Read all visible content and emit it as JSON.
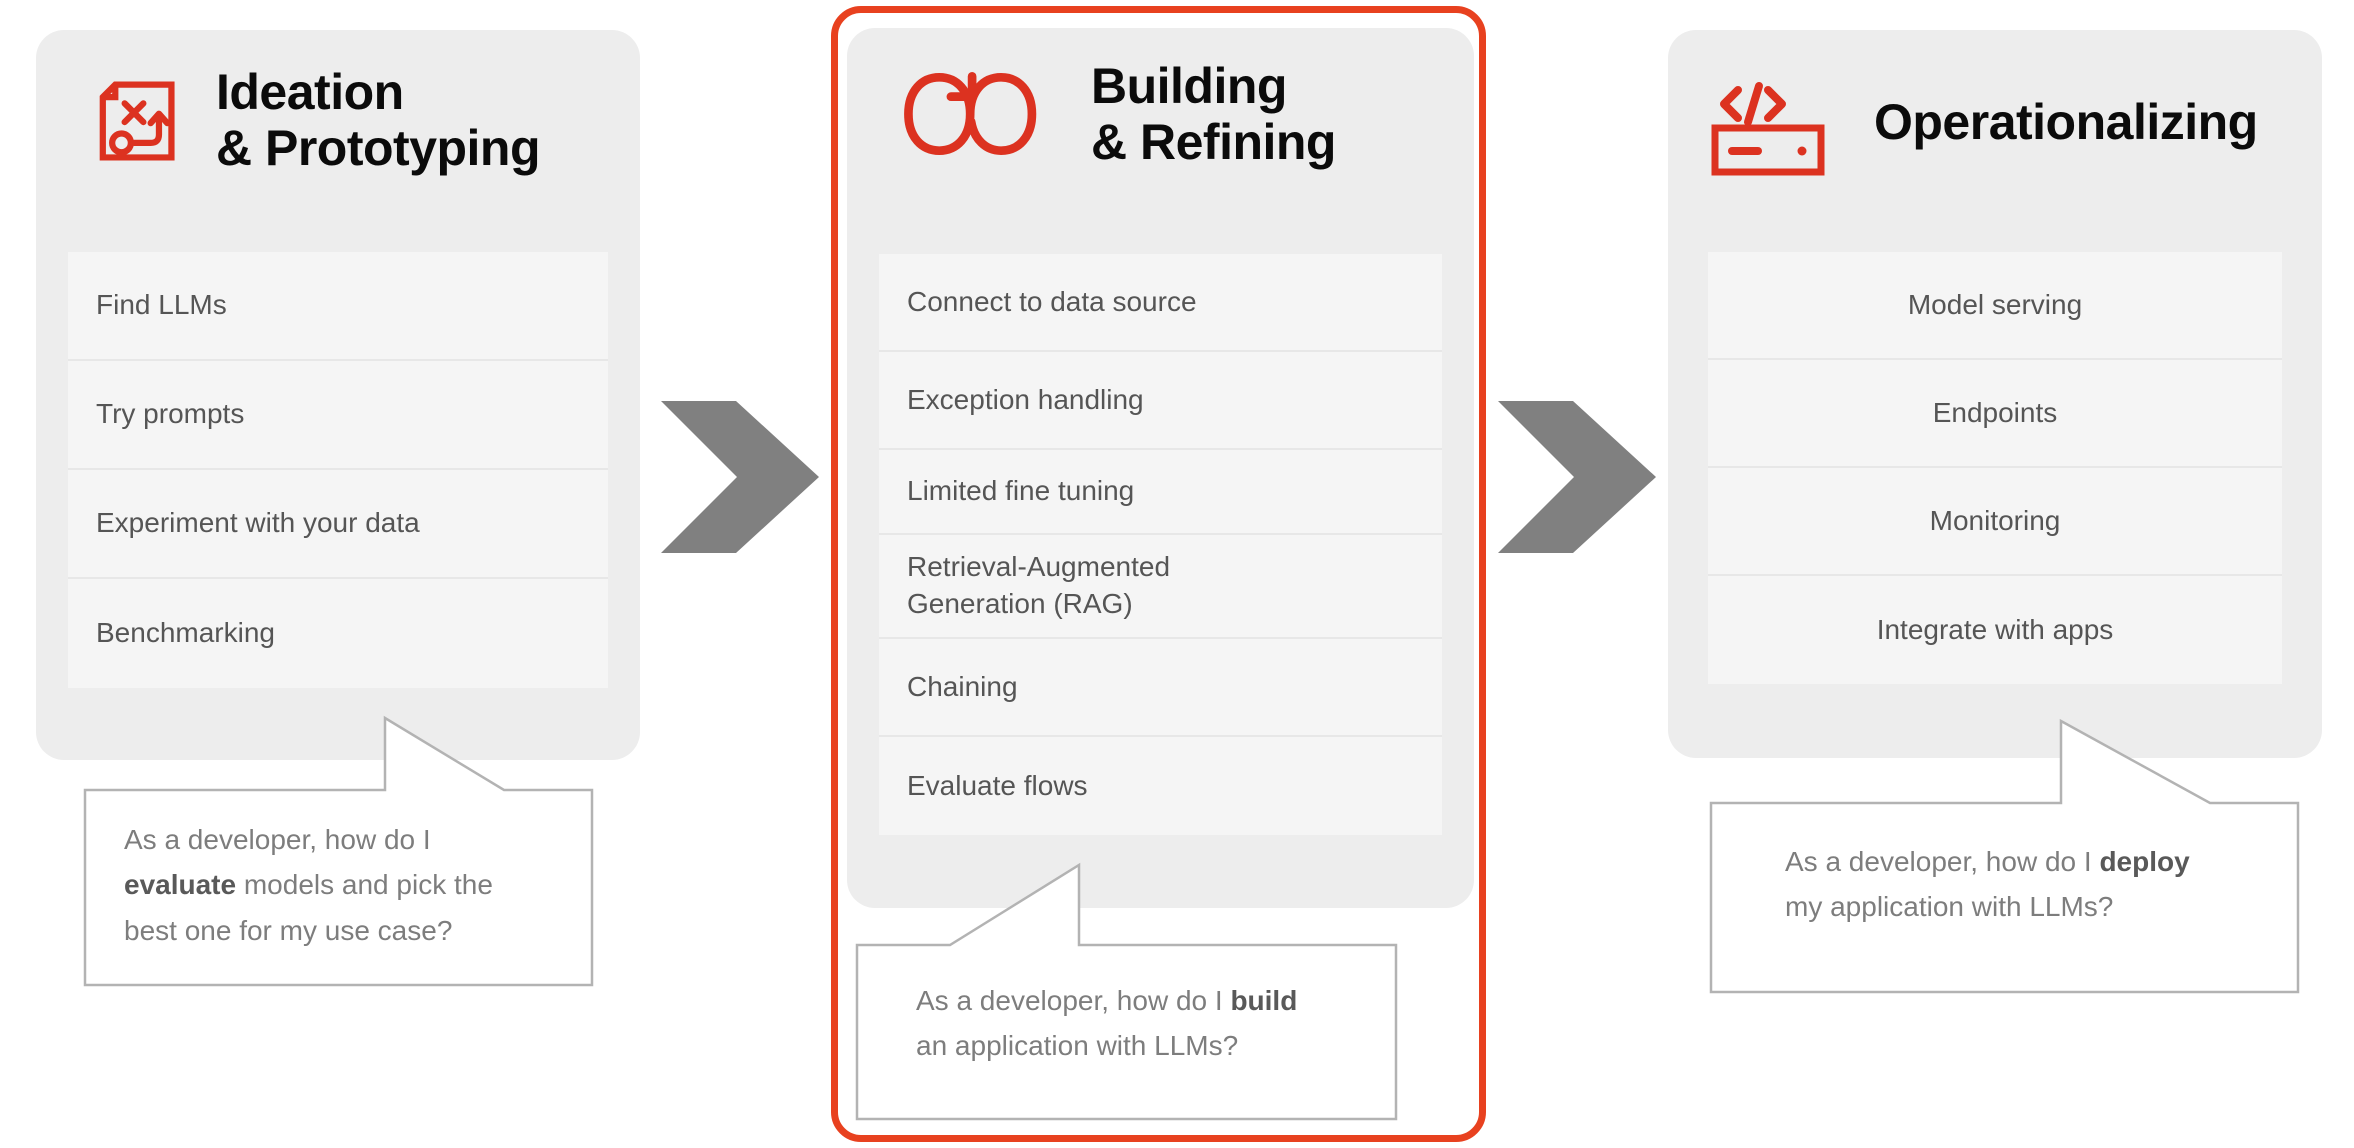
{
  "theme": {
    "accent_red": "#e8411f",
    "icon_red": "#dc3220",
    "card_bg": "#ededed",
    "item_bg": "#f5f5f5",
    "item_text": "#555555",
    "callout_text": "#7d7d7d",
    "callout_border": "#b3b3b3",
    "arrow_gray": "#808080",
    "title_color": "#0b0b0b",
    "page_bg": "#ffffff"
  },
  "stages": [
    {
      "id": "ideation-prototyping",
      "icon": "strategy-plan-icon",
      "title": "Ideation\n& Prototyping",
      "highlighted": false,
      "items_align": "left",
      "items": [
        "Find LLMs",
        "Try prompts",
        "Experiment with your data",
        "Benchmarking"
      ],
      "callout": {
        "lines": [
          [
            {
              "text": "As a developer, how do I",
              "bold": false
            }
          ],
          [
            {
              "text": "evaluate",
              "bold": true
            },
            {
              "text": " models and pick the",
              "bold": false
            }
          ],
          [
            {
              "text": "best one for my use case?",
              "bold": false
            }
          ]
        ],
        "tail_direction": "up-right"
      }
    },
    {
      "id": "building-refining",
      "icon": "infinity-loop-arrow-icon",
      "title": "Building\n& Refining",
      "highlighted": true,
      "items_align": "left",
      "items": [
        "Connect to data source",
        "Exception handling",
        "Limited fine tuning",
        "Retrieval-Augmented\nGeneration (RAG)",
        "Chaining",
        "Evaluate flows"
      ],
      "callout": {
        "lines": [
          [
            {
              "text": "As a developer, how do I ",
              "bold": false
            },
            {
              "text": "build",
              "bold": true
            }
          ],
          [
            {
              "text": "an application with LLMs?",
              "bold": false
            }
          ]
        ],
        "tail_direction": "up-left"
      }
    },
    {
      "id": "operationalizing",
      "icon": "code-server-icon",
      "title": "Operationalizing",
      "highlighted": false,
      "items_align": "center",
      "items": [
        "Model serving",
        "Endpoints",
        "Monitoring",
        "Integrate with apps"
      ],
      "callout": {
        "lines": [
          [
            {
              "text": "As a developer, how do I ",
              "bold": false
            },
            {
              "text": "deploy",
              "bold": true
            }
          ],
          [
            {
              "text": "my application with LLMs?",
              "bold": false
            }
          ]
        ],
        "tail_direction": "up-right"
      }
    }
  ],
  "connectors": [
    {
      "id": "arrow-stage1-to-stage2",
      "icon": "chevron-right-arrow-icon"
    },
    {
      "id": "arrow-stage2-to-stage3",
      "icon": "chevron-right-arrow-icon"
    }
  ]
}
